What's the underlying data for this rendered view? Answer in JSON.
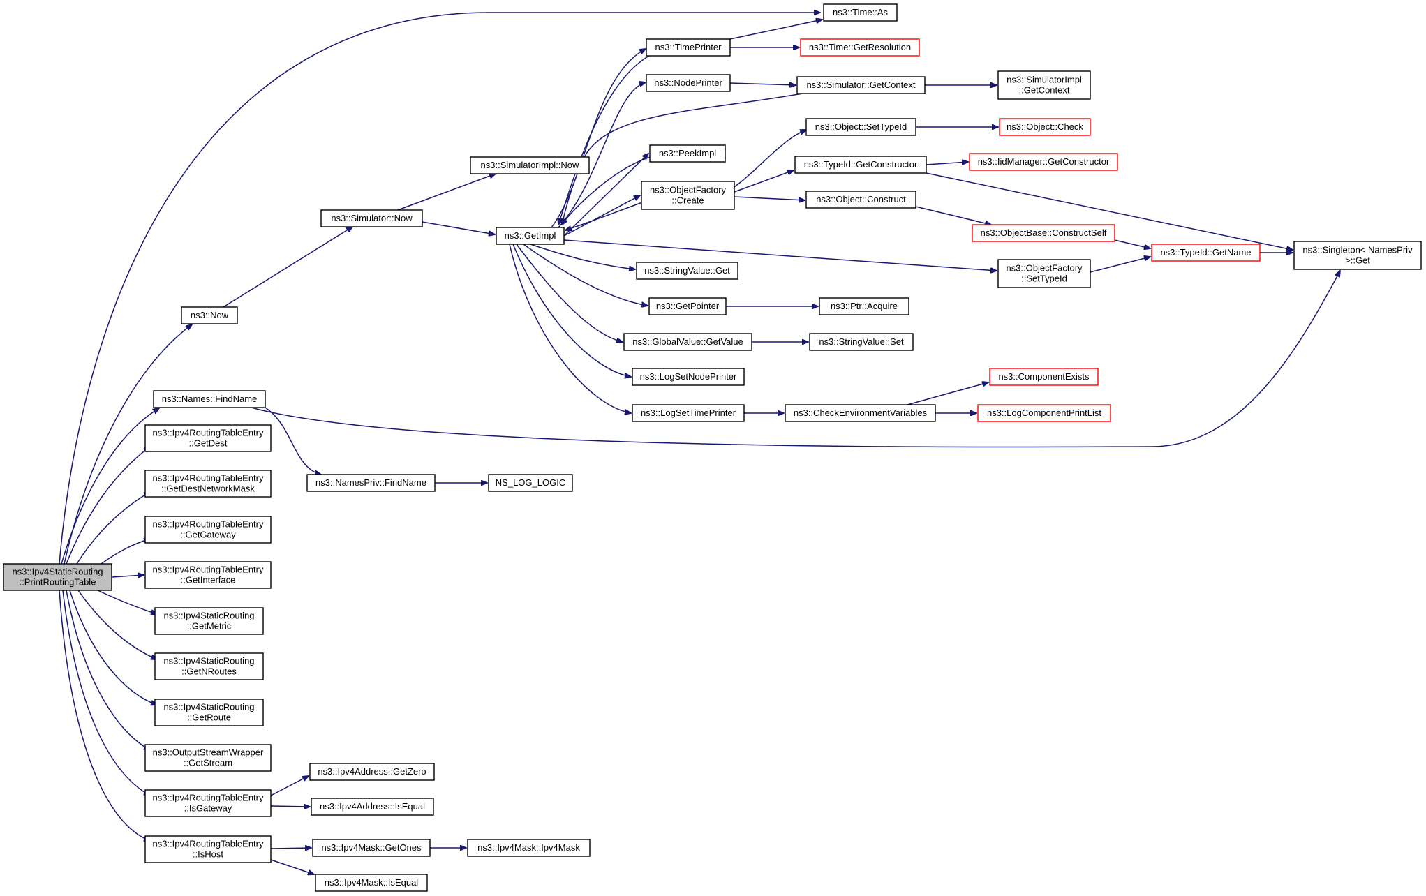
{
  "diagram": {
    "type": "call-graph",
    "colors": {
      "edge": "#191970",
      "node_border": "#000000",
      "node_border_truncated": "#ff0000",
      "root_fill": "#bfbfbf",
      "node_fill": "#ffffff"
    },
    "nodes": [
      {
        "id": "root",
        "lines": [
          "ns3::Ipv4StaticRouting",
          "::PrintRoutingTable"
        ],
        "style": "root"
      },
      {
        "id": "now",
        "lines": [
          "ns3::Now"
        ],
        "style": "normal"
      },
      {
        "id": "findname",
        "lines": [
          "ns3::Names::FindName"
        ],
        "style": "normal"
      },
      {
        "id": "getdest",
        "lines": [
          "ns3::Ipv4RoutingTableEntry",
          "::GetDest"
        ],
        "style": "normal"
      },
      {
        "id": "getdestmask",
        "lines": [
          "ns3::Ipv4RoutingTableEntry",
          "::GetDestNetworkMask"
        ],
        "style": "normal"
      },
      {
        "id": "getgateway",
        "lines": [
          "ns3::Ipv4RoutingTableEntry",
          "::GetGateway"
        ],
        "style": "normal"
      },
      {
        "id": "getinterface",
        "lines": [
          "ns3::Ipv4RoutingTableEntry",
          "::GetInterface"
        ],
        "style": "normal"
      },
      {
        "id": "getmetric",
        "lines": [
          "ns3::Ipv4StaticRouting",
          "::GetMetric"
        ],
        "style": "normal"
      },
      {
        "id": "getnroutes",
        "lines": [
          "ns3::Ipv4StaticRouting",
          "::GetNRoutes"
        ],
        "style": "normal"
      },
      {
        "id": "getroute",
        "lines": [
          "ns3::Ipv4StaticRouting",
          "::GetRoute"
        ],
        "style": "normal"
      },
      {
        "id": "getstream",
        "lines": [
          "ns3::OutputStreamWrapper",
          "::GetStream"
        ],
        "style": "normal"
      },
      {
        "id": "isgateway",
        "lines": [
          "ns3::Ipv4RoutingTableEntry",
          "::IsGateway"
        ],
        "style": "normal"
      },
      {
        "id": "ishost",
        "lines": [
          "ns3::Ipv4RoutingTableEntry",
          "::IsHost"
        ],
        "style": "normal"
      },
      {
        "id": "timeas",
        "lines": [
          "ns3::Time::As"
        ],
        "style": "normal"
      },
      {
        "id": "simnow",
        "lines": [
          "ns3::Simulator::Now"
        ],
        "style": "normal"
      },
      {
        "id": "simimplnow",
        "lines": [
          "ns3::SimulatorImpl::Now"
        ],
        "style": "normal"
      },
      {
        "id": "getimpl",
        "lines": [
          "ns3::GetImpl"
        ],
        "style": "normal"
      },
      {
        "id": "namesprivfind",
        "lines": [
          "ns3::NamesPriv::FindName"
        ],
        "style": "normal"
      },
      {
        "id": "nslog",
        "lines": [
          "NS_LOG_LOGIC"
        ],
        "style": "normal"
      },
      {
        "id": "ipv4addrgetzero",
        "lines": [
          "ns3::Ipv4Address::GetZero"
        ],
        "style": "normal"
      },
      {
        "id": "ipv4addrisequal",
        "lines": [
          "ns3::Ipv4Address::IsEqual"
        ],
        "style": "normal"
      },
      {
        "id": "maskgetones",
        "lines": [
          "ns3::Ipv4Mask::GetOnes"
        ],
        "style": "normal"
      },
      {
        "id": "maskisequal",
        "lines": [
          "ns3::Ipv4Mask::IsEqual"
        ],
        "style": "normal"
      },
      {
        "id": "maskctor",
        "lines": [
          "ns3::Ipv4Mask::Ipv4Mask"
        ],
        "style": "normal"
      },
      {
        "id": "timeprinter",
        "lines": [
          "ns3::TimePrinter"
        ],
        "style": "normal"
      },
      {
        "id": "nodeprinter",
        "lines": [
          "ns3::NodePrinter"
        ],
        "style": "normal"
      },
      {
        "id": "peekimpl",
        "lines": [
          "ns3::PeekImpl"
        ],
        "style": "normal"
      },
      {
        "id": "ofcreate",
        "lines": [
          "ns3::ObjectFactory",
          "::Create"
        ],
        "style": "normal"
      },
      {
        "id": "strvalget",
        "lines": [
          "ns3::StringValue::Get"
        ],
        "style": "normal"
      },
      {
        "id": "getpointer",
        "lines": [
          "ns3::GetPointer"
        ],
        "style": "normal"
      },
      {
        "id": "gvgetvalue",
        "lines": [
          "ns3::GlobalValue::GetValue"
        ],
        "style": "normal"
      },
      {
        "id": "logsetnode",
        "lines": [
          "ns3::LogSetNodePrinter"
        ],
        "style": "normal"
      },
      {
        "id": "logsettime",
        "lines": [
          "ns3::LogSetTimePrinter"
        ],
        "style": "normal"
      },
      {
        "id": "timegetres",
        "lines": [
          "ns3::Time::GetResolution"
        ],
        "style": "truncated"
      },
      {
        "id": "simgetctx",
        "lines": [
          "ns3::Simulator::GetContext"
        ],
        "style": "normal"
      },
      {
        "id": "simimplgetctx",
        "lines": [
          "ns3::SimulatorImpl",
          "::GetContext"
        ],
        "style": "normal"
      },
      {
        "id": "objsettypeid",
        "lines": [
          "ns3::Object::SetTypeId"
        ],
        "style": "normal"
      },
      {
        "id": "objcheck",
        "lines": [
          "ns3::Object::Check"
        ],
        "style": "truncated"
      },
      {
        "id": "tidgetctor",
        "lines": [
          "ns3::TypeId::GetConstructor"
        ],
        "style": "normal"
      },
      {
        "id": "iidmgrgetctor",
        "lines": [
          "ns3::IidManager::GetConstructor"
        ],
        "style": "truncated"
      },
      {
        "id": "objconstruct",
        "lines": [
          "ns3::Object::Construct"
        ],
        "style": "normal"
      },
      {
        "id": "objbaseconstructself",
        "lines": [
          "ns3::ObjectBase::ConstructSelf"
        ],
        "style": "truncated"
      },
      {
        "id": "ofsettypeid",
        "lines": [
          "ns3::ObjectFactory",
          "::SetTypeId"
        ],
        "style": "normal"
      },
      {
        "id": "tidgetname",
        "lines": [
          "ns3::TypeId::GetName"
        ],
        "style": "truncated"
      },
      {
        "id": "singletonget",
        "lines": [
          "ns3::Singleton< NamesPriv",
          " >::Get"
        ],
        "style": "normal"
      },
      {
        "id": "ptracquire",
        "lines": [
          "ns3::Ptr::Acquire"
        ],
        "style": "normal"
      },
      {
        "id": "strvalset",
        "lines": [
          "ns3::StringValue::Set"
        ],
        "style": "normal"
      },
      {
        "id": "checkenv",
        "lines": [
          "ns3::CheckEnvironmentVariables"
        ],
        "style": "normal"
      },
      {
        "id": "compexists",
        "lines": [
          "ns3::ComponentExists"
        ],
        "style": "truncated"
      },
      {
        "id": "logcompprint",
        "lines": [
          "ns3::LogComponentPrintList"
        ],
        "style": "truncated"
      }
    ],
    "edges": [
      [
        "root",
        "timeas"
      ],
      [
        "root",
        "now"
      ],
      [
        "root",
        "findname"
      ],
      [
        "root",
        "getdest"
      ],
      [
        "root",
        "getdestmask"
      ],
      [
        "root",
        "getgateway"
      ],
      [
        "root",
        "getinterface"
      ],
      [
        "root",
        "getmetric"
      ],
      [
        "root",
        "getnroutes"
      ],
      [
        "root",
        "getroute"
      ],
      [
        "root",
        "getstream"
      ],
      [
        "root",
        "isgateway"
      ],
      [
        "root",
        "ishost"
      ],
      [
        "now",
        "simnow"
      ],
      [
        "simnow",
        "simimplnow"
      ],
      [
        "simnow",
        "getimpl"
      ],
      [
        "getimpl",
        "timeprinter"
      ],
      [
        "getimpl",
        "nodeprinter"
      ],
      [
        "getimpl",
        "peekimpl"
      ],
      [
        "getimpl",
        "ofcreate"
      ],
      [
        "getimpl",
        "strvalget"
      ],
      [
        "getimpl",
        "getpointer"
      ],
      [
        "getimpl",
        "gvgetvalue"
      ],
      [
        "getimpl",
        "logsetnode"
      ],
      [
        "getimpl",
        "logsettime"
      ],
      [
        "getimpl",
        "ofsettypeid"
      ],
      [
        "timeprinter",
        "timeas"
      ],
      [
        "timeprinter",
        "timegetres"
      ],
      [
        "timeprinter",
        "getimpl"
      ],
      [
        "nodeprinter",
        "simgetctx"
      ],
      [
        "simgetctx",
        "simimplgetctx"
      ],
      [
        "simgetctx",
        "getimpl"
      ],
      [
        "peekimpl",
        "getimpl"
      ],
      [
        "ofcreate",
        "getimpl"
      ],
      [
        "ofcreate",
        "objsettypeid"
      ],
      [
        "ofcreate",
        "tidgetctor"
      ],
      [
        "ofcreate",
        "objconstruct"
      ],
      [
        "objsettypeid",
        "objcheck"
      ],
      [
        "tidgetctor",
        "iidmgrgetctor"
      ],
      [
        "tidgetctor",
        "singletonget"
      ],
      [
        "objconstruct",
        "objbaseconstructself"
      ],
      [
        "objbaseconstructself",
        "tidgetname"
      ],
      [
        "ofsettypeid",
        "tidgetname"
      ],
      [
        "tidgetname",
        "singletonget"
      ],
      [
        "getpointer",
        "ptracquire"
      ],
      [
        "gvgetvalue",
        "strvalset"
      ],
      [
        "logsettime",
        "checkenv"
      ],
      [
        "checkenv",
        "compexists"
      ],
      [
        "checkenv",
        "logcompprint"
      ],
      [
        "findname",
        "namesprivfind"
      ],
      [
        "findname",
        "singletonget"
      ],
      [
        "namesprivfind",
        "nslog"
      ],
      [
        "isgateway",
        "ipv4addrgetzero"
      ],
      [
        "isgateway",
        "ipv4addrisequal"
      ],
      [
        "ishost",
        "maskgetones"
      ],
      [
        "ishost",
        "maskisequal"
      ],
      [
        "maskgetones",
        "maskctor"
      ]
    ]
  }
}
